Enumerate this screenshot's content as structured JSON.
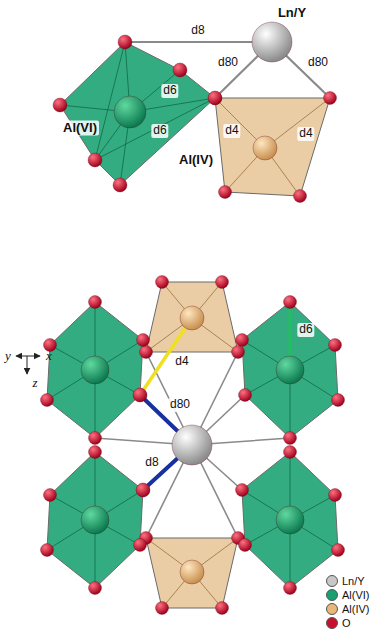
{
  "diagram": {
    "labels": [
      "Ln/Y",
      "d8",
      "d6",
      "d6",
      "Al(VI)",
      "d80",
      "d80",
      "d4",
      "d4",
      "Al(IV)",
      "y",
      "x",
      "z",
      "d4",
      "d80",
      "d8",
      "d6"
    ],
    "legend": [
      {
        "text": "Ln/Y",
        "color": "#c8c8c8"
      },
      {
        "text": "Al(VI)",
        "color": "#18a070"
      },
      {
        "text": "Al(IV)",
        "color": "#e8b878"
      },
      {
        "text": "O",
        "color": "#c8102e"
      }
    ]
  }
}
